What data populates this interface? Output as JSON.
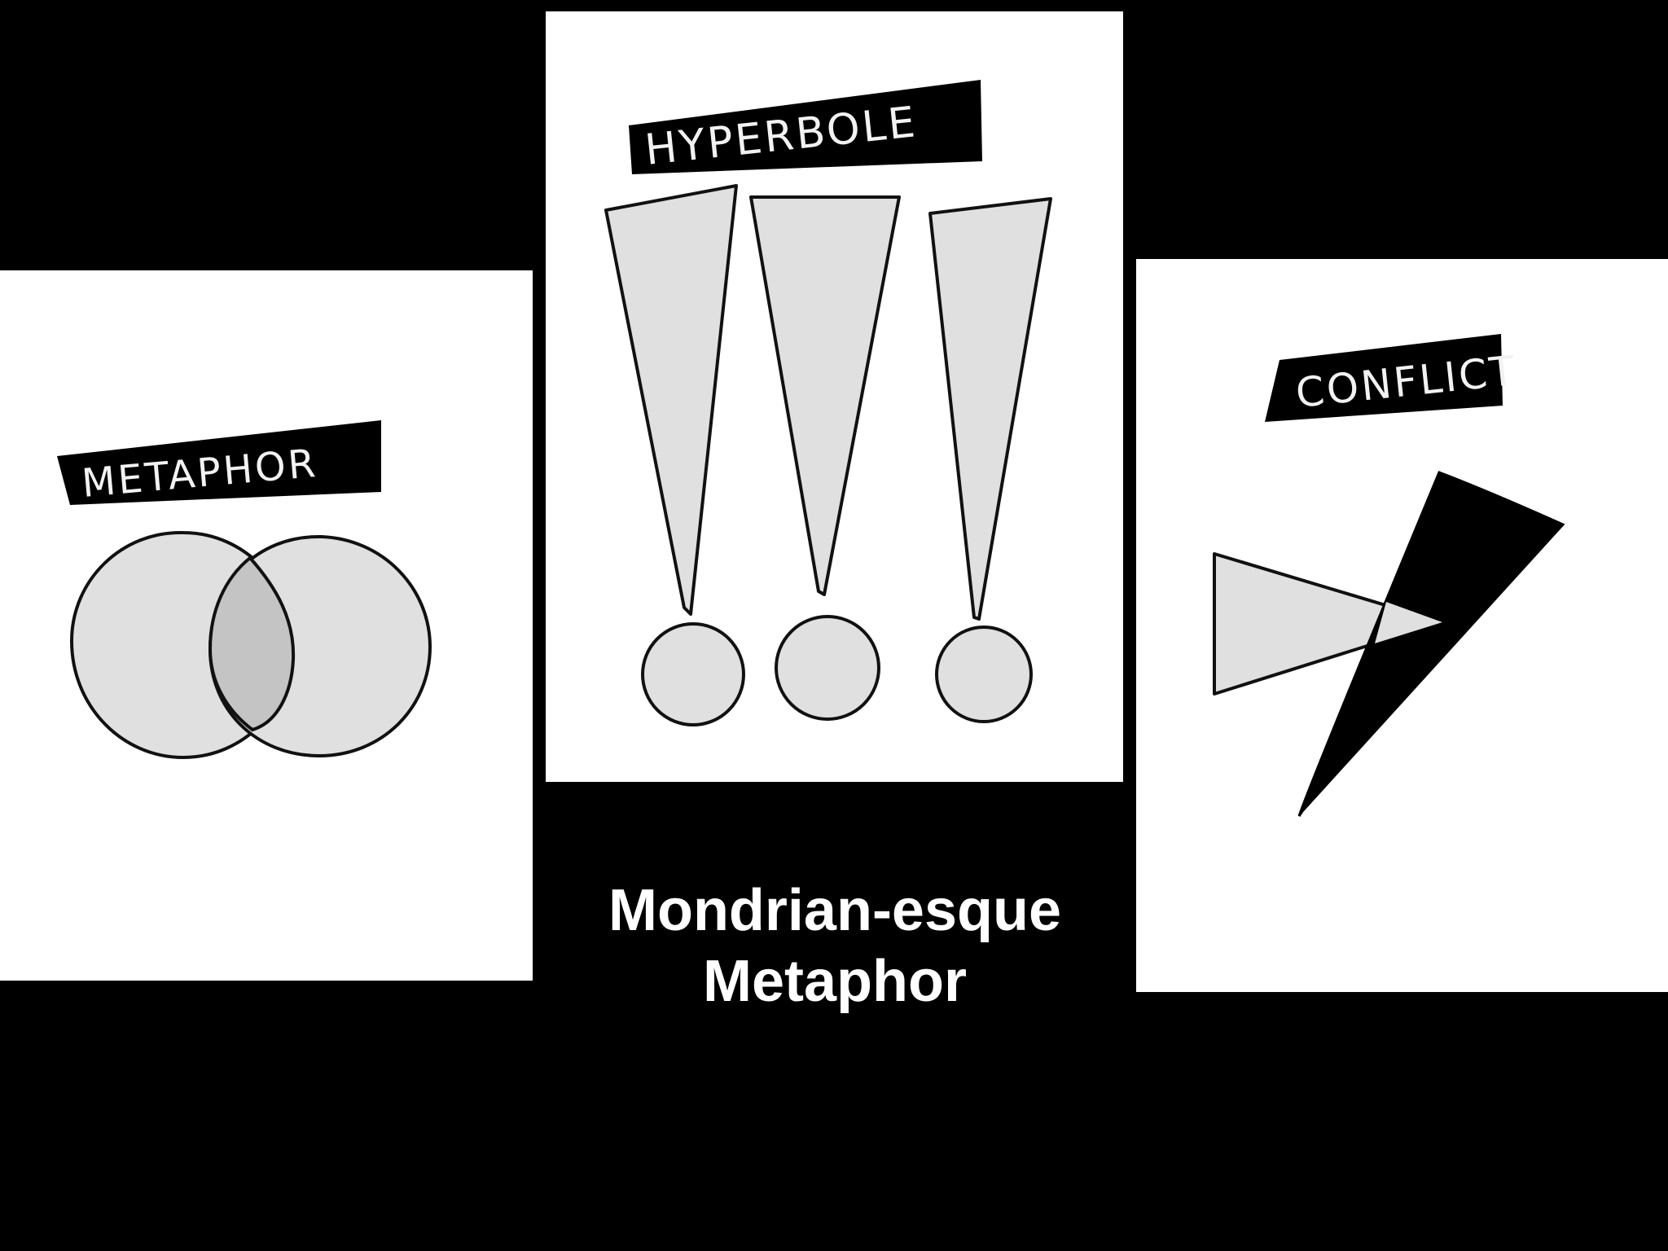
{
  "panels": {
    "metaphor": {
      "label": "METAPHOR",
      "icon": "venn-diagram-icon"
    },
    "hyperbole": {
      "label": "HYPERBOLE",
      "icon": "triple-exclamation-icon"
    },
    "conflict": {
      "label": "CONFLICT",
      "icon": "lightning-bolt-arrow-icon"
    }
  },
  "caption": {
    "line1": "Mondrian-esque",
    "line2": "Metaphor"
  },
  "colors": {
    "background": "#000000",
    "panel": "#ffffff",
    "shape_fill": "#e0e0e0",
    "overlap_fill": "#c4c4c4",
    "stroke": "#111111"
  }
}
